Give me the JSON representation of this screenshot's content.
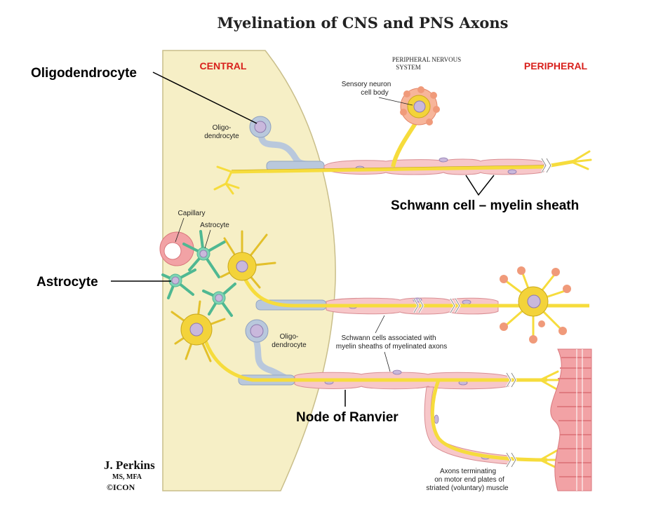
{
  "title": "Myelination of CNS and PNS Axons",
  "labels": {
    "central": "CENTRAL",
    "pns_line1": "PERIPHERAL NERVOUS",
    "pns_line2": "SYSTEM",
    "peripheral": "PERIPHERAL",
    "oligodendrocyte": "Oligodendrocyte",
    "astrocyte": "Astrocyte",
    "schwann_sheath": "Schwann cell – myelin sheath",
    "node_of_ranvier": "Node of Ranvier"
  },
  "small_labels": {
    "sensory1": "Sensory neuron",
    "sensory2": "cell body",
    "oligo_a1": "Oligo-",
    "oligo_a2": "dendrocyte",
    "capillary": "Capillary",
    "astro_small": "Astrocyte",
    "oligo_b1": "Oligo-",
    "oligo_b2": "dendrocyte",
    "schwann1": "Schwann cells associated with",
    "schwann2": "myelin sheaths of myelinated axons",
    "axons1": "Axons terminating",
    "axons2": "on motor end plates of",
    "axons3": "striated (voluntary) muscle"
  },
  "signature": {
    "name": "J. Perkins",
    "degree": "MS, MFA",
    "mark": "©ICON"
  },
  "colors": {
    "cns_fill": "#f6efc6",
    "cns_edge": "#c9be8a",
    "axon": "#f6dc3c",
    "axon_edge": "#c9a81e",
    "schwann": "#f7c7c9",
    "schwann_edge": "#d98e94",
    "oligo_wrap": "#b9c8dc",
    "astro": "#7ed3b4",
    "neuron": "#f3d33a",
    "nucleus": "#c9b8dc",
    "muscle": "#f2a2a5",
    "label_red": "#d8201c"
  }
}
